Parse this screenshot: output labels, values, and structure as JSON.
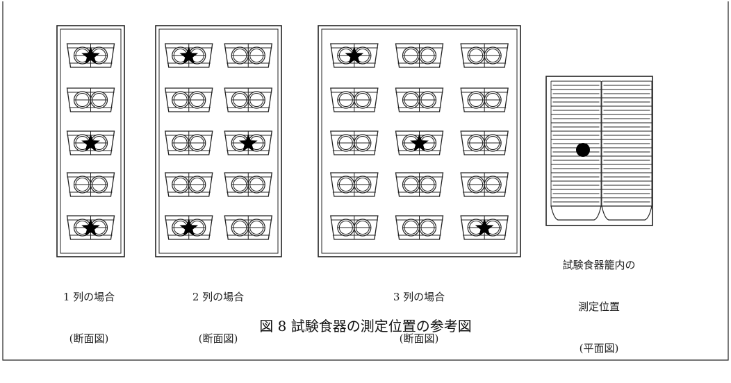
{
  "panels": [
    {
      "line1": "1 列の場合",
      "line2": "(断面図)",
      "columns": 1,
      "rows": 5,
      "stars": [
        [
          0,
          0
        ],
        [
          2,
          0
        ],
        [
          4,
          0
        ]
      ]
    },
    {
      "line1": "2 列の場合",
      "line2": "(断面図)",
      "columns": 2,
      "rows": 5,
      "stars": [
        [
          0,
          0
        ],
        [
          2,
          1
        ],
        [
          4,
          0
        ]
      ]
    },
    {
      "line1": "3 列の場合",
      "line2": "(断面図)",
      "columns": 3,
      "rows": 5,
      "stars": [
        [
          0,
          0
        ],
        [
          2,
          1
        ],
        [
          4,
          2
        ]
      ]
    }
  ],
  "plan_view": {
    "line1": "試験食器籠内の",
    "line2": "測定位置",
    "line3": "(平面図)",
    "measurement_point": "dot"
  },
  "caption": "図 8 試験食器の測定位置の参考図",
  "colors": {
    "ink": "#222222",
    "background": "#ffffff"
  }
}
